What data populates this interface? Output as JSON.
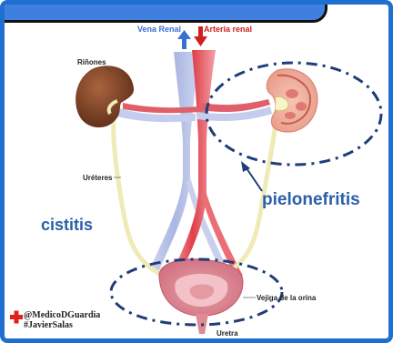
{
  "labels": {
    "vena_renal": "Vena Renal",
    "arteria_renal": "Arteria renal",
    "rinones": "Riñones",
    "ureteres": "Uréteres",
    "pielonefritis": "pielonefritis",
    "cistitis": "cistitis",
    "vejiga": "Vejiga de la orina",
    "uretra": "Uretra"
  },
  "credits": {
    "handle": "@MedicoDGuardia",
    "author": "#JavierSalas"
  },
  "icons": {
    "header_logo": "red-cross-icon"
  },
  "colors": {
    "frame": "#1f6fd1",
    "header": "#3f7fe0",
    "vein": "#b9c3e6",
    "artery": "#e0404a",
    "kidney": "#8a4a2c",
    "ureter": "#efeab6",
    "highlight_text": "#2a5fa8",
    "dashed_outline": "#1f3d7a",
    "red_cross": "#e02020"
  }
}
